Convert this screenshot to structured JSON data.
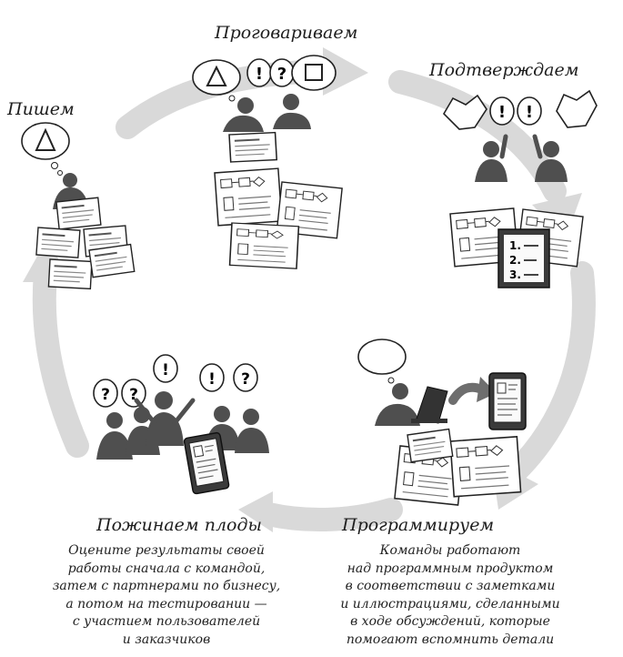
{
  "stages": {
    "write": {
      "label": "Пишем"
    },
    "discuss": {
      "label": "Проговариваем"
    },
    "confirm": {
      "label": "Подтверждаем"
    },
    "develop": {
      "label": "Программируем",
      "description": [
        "Команды работают",
        "над программным продуктом",
        "в соответствии с заметками",
        "и иллюстрациями, сделанными",
        "в ходе обсуждений, которые",
        "помогают вспомнить детали"
      ]
    },
    "harvest": {
      "label": "Пожинаем плоды",
      "description": [
        "Оцените результаты своей",
        "работы сначала с командой,",
        "затем с партнерами по бизнесу,",
        "а потом на тестировании —",
        "с участием пользователей",
        "и заказчиков"
      ]
    }
  },
  "bubble_glyphs": {
    "question": "?",
    "exclaim": "!"
  },
  "screen_list": {
    "items": [
      "1.",
      "2.",
      "3."
    ]
  },
  "colors": {
    "cycle_arrow": "#d9d9d9",
    "small_arrow": "#6e6e6e",
    "person": "#4f4f4f",
    "ink": "#222222"
  }
}
